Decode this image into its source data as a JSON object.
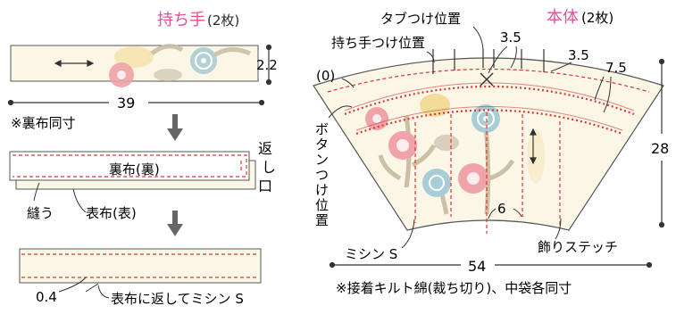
{
  "colors": {
    "accent_pink": "#e0509a",
    "stitch_red": "#d23a3a",
    "fabric_cream": "#fbf6e6",
    "outline": "#555555",
    "arrow_gray": "#666666",
    "flower_pink": "#f0a3a8",
    "flower_yellow": "#f3dc9a",
    "flower_blue": "#a9cdd6",
    "leaf": "#cbbfa6"
  },
  "handle": {
    "title_main": "持ち手",
    "title_count": "(2枚)",
    "width_label": "39",
    "height_label": "2.2",
    "note": "※裏布同寸",
    "step2_lining": "裏布(裏)",
    "step2_return": [
      "返",
      "し",
      "口"
    ],
    "step2_sew": "縫う",
    "step2_outer": "表布(表)",
    "step3_margin": "0.4",
    "step3_instruction": "表布に返してミシン S"
  },
  "body": {
    "title_main": "本体",
    "title_count": "(2枚)",
    "label_tab": "タブつけ位置",
    "label_handle_pos": "持ち手つけ位置",
    "label_35a": "3.5",
    "label_35b": "3.5",
    "label_75": "7.5",
    "label_zero": "(0)",
    "label_button": [
      "ボ",
      "タ",
      "ン",
      "つ",
      "け",
      "位",
      "置"
    ],
    "label_height": "28",
    "label_6": "6",
    "label_machine": "ミシン S",
    "label_deco": "飾りステッチ",
    "label_width": "54",
    "note": "※接着キルト綿(裁ち切り)、中袋各同寸"
  },
  "icons": [
    "down-arrow-icon",
    "flower-icon",
    "cross-mark-icon"
  ]
}
